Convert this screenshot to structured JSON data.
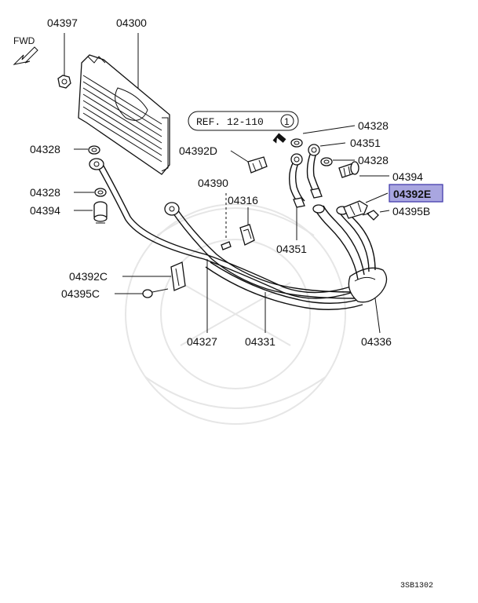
{
  "labels": {
    "p04397": "04397",
    "p04300": "04300",
    "fwd": "FWD",
    "p04328_a": "04328",
    "p04328_b": "04328",
    "p04394_a": "04394",
    "p04392d": "04392D",
    "p04390": "04390",
    "p04316": "04316",
    "ref": "REF. 12-110",
    "ref_circle": "1",
    "p04328_c": "04328",
    "p04351_a": "04351",
    "p04328_d": "04328",
    "p04394_b": "04394",
    "p04392e": "04392E",
    "p04395b": "04395B",
    "p04351_b": "04351",
    "p04392c": "04392C",
    "p04395c": "04395C",
    "p04327": "04327",
    "p04331": "04331",
    "p04336": "04336",
    "diagram_code": "3SB1302"
  },
  "colors": {
    "highlight_fill": "#a9a6e0",
    "highlight_stroke": "#3a33a8",
    "ink": "#111111",
    "watermark": "#e6e6e6"
  }
}
